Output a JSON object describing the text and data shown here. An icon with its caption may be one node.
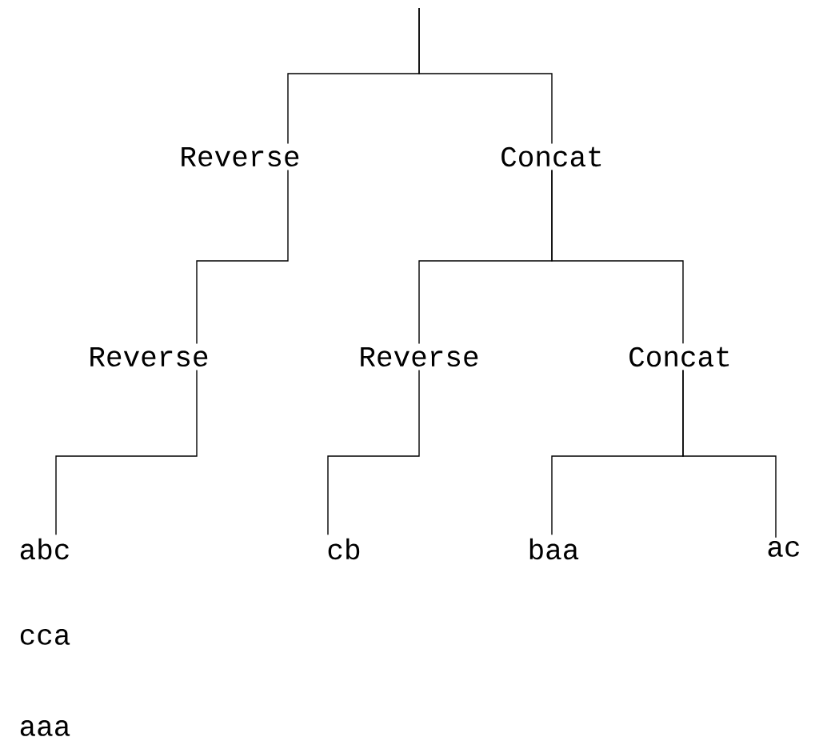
{
  "diagram": {
    "nodes": [
      {
        "text": [
          "Reverse"
        ]
      },
      {
        "text": [
          "Concat"
        ]
      },
      {
        "text": [
          "Reverse"
        ]
      },
      {
        "text": [
          "Reverse"
        ]
      },
      {
        "text": [
          "Concat"
        ]
      },
      {
        "text": [
          "abc"
        ]
      },
      {
        "text": [
          "cb"
        ]
      },
      {
        "text": [
          "baa"
        ]
      },
      {
        "text": [
          "ac"
        ]
      }
    ],
    "edges": [
      {
        "from": null,
        "to": 0,
        "arrow": "none"
      },
      {
        "from": null,
        "to": 1,
        "arrow": "none"
      },
      {
        "from": 0,
        "to": 2,
        "arrow": "none"
      },
      {
        "from": 1,
        "to": 3,
        "arrow": "none"
      },
      {
        "from": 1,
        "to": 4,
        "arrow": "none"
      },
      {
        "from": 2,
        "to": 5,
        "arrow": "none"
      },
      {
        "from": 3,
        "to": 6,
        "arrow": "none"
      },
      {
        "from": 4,
        "to": 7,
        "arrow": "none"
      },
      {
        "from": 4,
        "to": 8,
        "arrow": "none"
      }
    ],
    "labels": [
      "cca",
      "aaa"
    ]
  }
}
